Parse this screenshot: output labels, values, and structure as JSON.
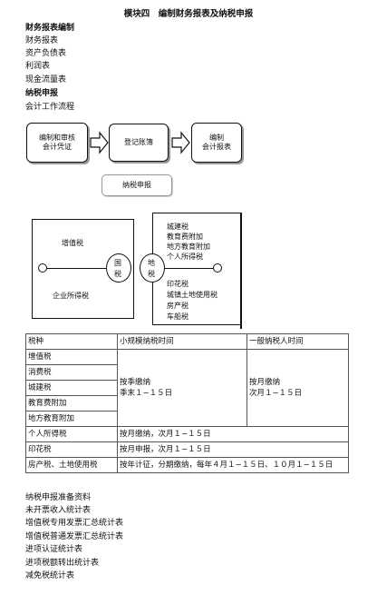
{
  "page_title": "模块四　编制财务报表及纳税申报",
  "section1": {
    "heading": "财务报表编制",
    "items": [
      "财务报表",
      "资产负债表",
      "利润表",
      "现金流量表"
    ]
  },
  "section2": {
    "heading": "纳税申报",
    "items": [
      "会计工作流程"
    ]
  },
  "flow": {
    "step1_line1": "编制和审核",
    "step1_line2": "会计凭证",
    "step2": "登记账簿",
    "step3_line1": "编制",
    "step3_line2": "会计报表",
    "tax_box": "纳税申报"
  },
  "tax_diagram": {
    "guo_top": "国",
    "guo_bottom": "税",
    "di_top": "地",
    "di_bottom": "税",
    "guo_items": [
      "增值税",
      "企业所得税"
    ],
    "di_items_top": [
      "城建税",
      "教育费附加",
      "地方教育附加",
      "个人所得税"
    ],
    "di_items_bottom": [
      "印花税",
      "城镇土地使用税",
      "房产税",
      "车船税"
    ]
  },
  "table": {
    "headers": [
      "税种",
      "小规模纳税时间",
      "一般纳税人时间"
    ],
    "group_taxes": [
      "增值税",
      "消费税",
      "城建税",
      "教育费附加",
      "地方教育附加"
    ],
    "small_scale_line1": "按季缴纳",
    "small_scale_line2": "季末１−１５日",
    "general_line1": "按月缴纳",
    "general_line2": "次月１−１５日",
    "rows": [
      {
        "tax": "个人所得税",
        "time": "按月缴纳，次月１−１５日"
      },
      {
        "tax": "印花税",
        "time": "按月申报，次月１−１５日"
      },
      {
        "tax": "房产税、土地使用税",
        "time": "按年计征，分期缴纳，每年４月１−１５日、１０月１−１５日"
      }
    ]
  },
  "materials": {
    "heading": "纳税申报准备资料",
    "items": [
      "未开票收入统计表",
      "增值税专用发票汇总统计表",
      "增值税普通发票汇总统计表",
      "进项认证统计表",
      "进项税额转出统计表",
      "减免税统计表"
    ]
  }
}
